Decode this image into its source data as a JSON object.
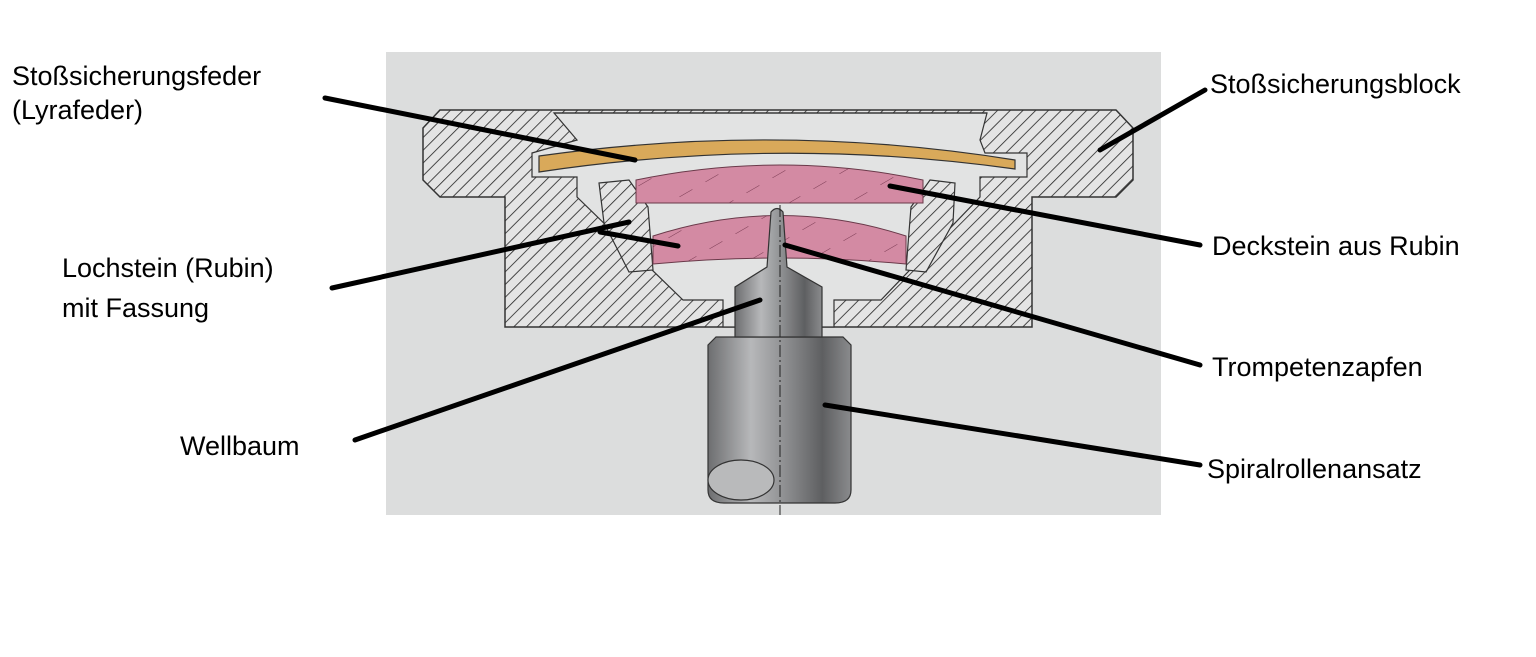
{
  "labels": {
    "spring_line1": "Stoßsicherungsfeder",
    "spring_line2": "(Lyrafeder)",
    "block": "Stoßsicherungsblock",
    "cap_jewel": "Deckstein aus Rubin",
    "hole_jewel_line1": "Lochstein (Rubin)",
    "hole_jewel_line2": "mit Fassung",
    "pivot": "Trompetenzapfen",
    "arbor": "Wellbaum",
    "collet": "Spiralrollenansatz"
  },
  "colors": {
    "panel": "#dcdddd",
    "block_fill": "#e4e4e4",
    "spring": "#d9a95a",
    "jewel": "#d38aa3",
    "steel": "#8f9092"
  }
}
